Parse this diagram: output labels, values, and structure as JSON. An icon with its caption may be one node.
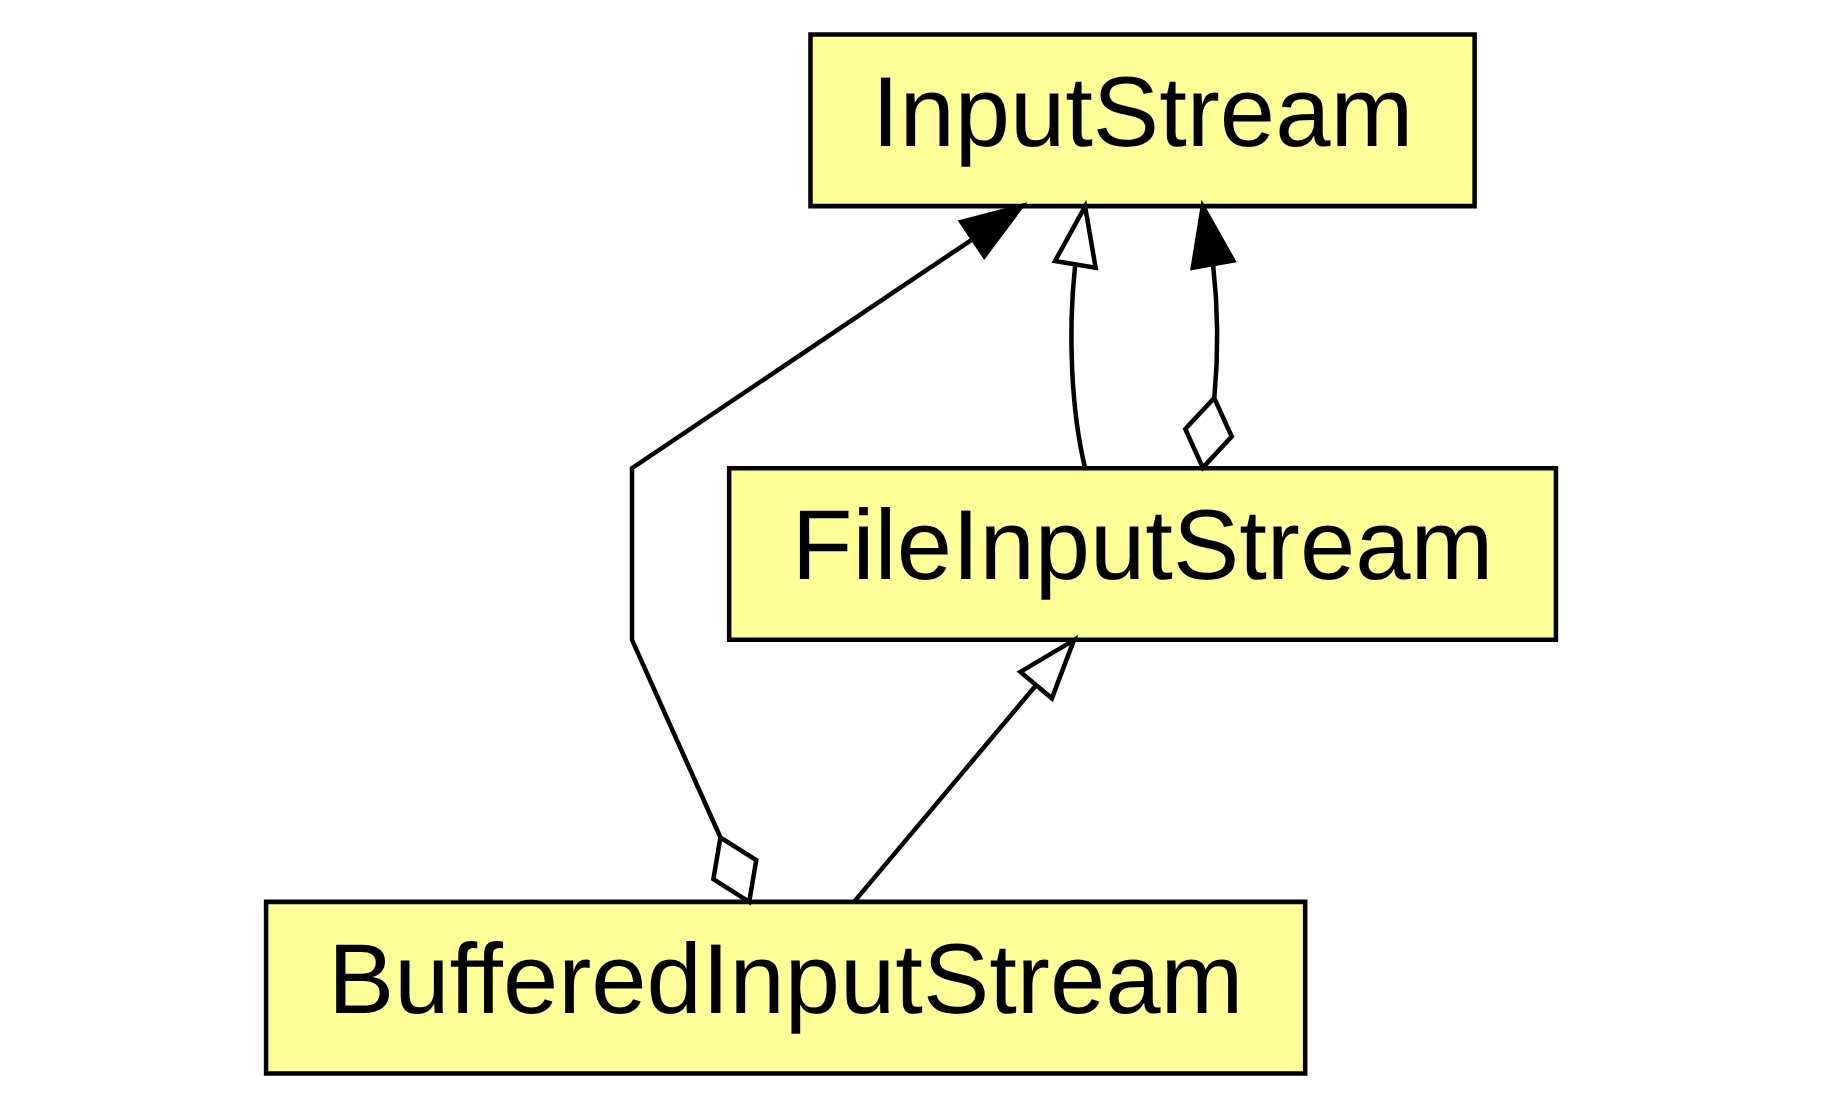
{
  "diagram": {
    "nodes": [
      {
        "text": [
          "InputStream"
        ]
      },
      {
        "text": [
          "FileInputStream"
        ]
      },
      {
        "text": [
          "BufferedInputStream"
        ]
      }
    ],
    "edges": [
      {
        "from": 1,
        "to": 0,
        "arrow": "to"
      },
      {
        "from": 1,
        "to": 0,
        "arrow": "to"
      },
      {
        "from": 2,
        "to": 1,
        "arrow": "to"
      },
      {
        "from": 2,
        "to": 0,
        "arrow": "to"
      }
    ]
  }
}
